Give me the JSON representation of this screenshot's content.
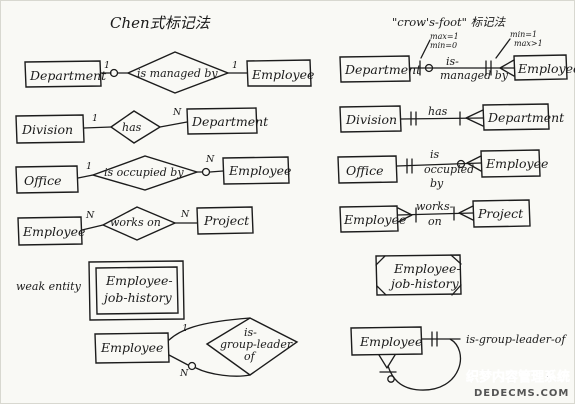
{
  "headings": {
    "chen": "Chen式标记法",
    "crows": "\"crow's-foot\" 标记法",
    "weak_entity": "weak entity"
  },
  "annotations": {
    "max1": "max=1",
    "min0": "min=0",
    "min1": "min=1",
    "maxgt1": "max>1"
  },
  "chen": {
    "department_1": "Department",
    "is_managed_by": "is managed by",
    "employee_1": "Employee",
    "division": "Division",
    "has": "has",
    "department_2": "Department",
    "office": "Office",
    "is_occupied_by": "is occupied by",
    "employee_2": "Employee",
    "employee_3": "Employee",
    "works_on": "works on",
    "project": "Project",
    "weak_line1": "Employee-",
    "weak_line2": "job-history",
    "employee_4": "Employee",
    "group_l1": "is-",
    "group_l2": "group-leader",
    "group_l3": "of",
    "card_1": "1",
    "card_n": "N"
  },
  "crows": {
    "department_1": "Department",
    "is_l1": "is-",
    "managed_by": "managed by",
    "employee_1": "Employee",
    "division": "Division",
    "has": "has",
    "department_2": "Department",
    "office": "Office",
    "occ_l1": "is",
    "occ_l2": "occupied",
    "occ_l3": "by",
    "employee_2": "Employee",
    "employee_3": "Employee",
    "works_l1": "works-",
    "works_l2": "on",
    "project": "Project",
    "weak_line1": "Employee-",
    "weak_line2": "job-history",
    "employee_4": "Employee",
    "group_leader": "is-group-leader-of"
  },
  "watermark": {
    "cn": "织梦内容管理系统",
    "url": "DEDECMS.COM"
  }
}
